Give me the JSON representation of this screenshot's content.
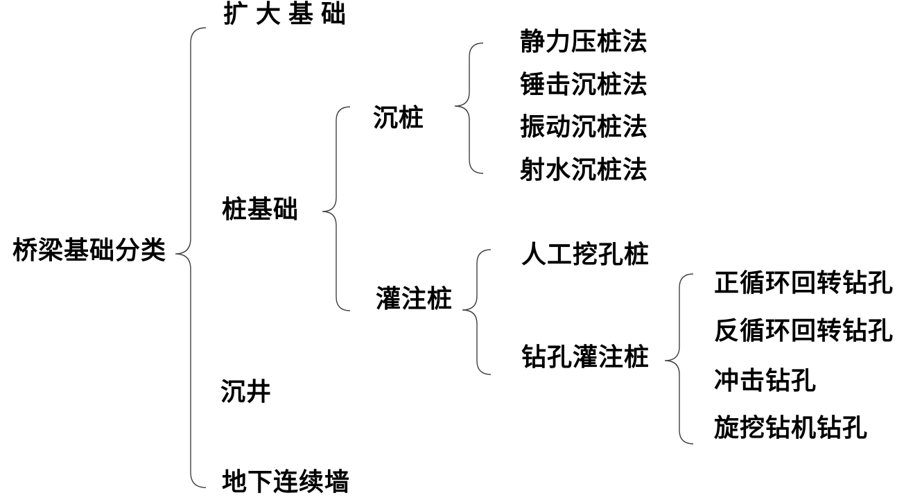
{
  "diagram": {
    "type": "bracket-tree",
    "colors": {
      "background": "#ffffff",
      "text": "#000000",
      "line": "#404040"
    },
    "tree": {
      "label": "桥梁基础分类",
      "children": [
        {
          "label": "扩大基础",
          "children": []
        },
        {
          "label": "桩基础",
          "children": [
            {
              "label": "沉桩",
              "children": [
                {
                  "label": "静力压桩法"
                },
                {
                  "label": "锤击沉桩法"
                },
                {
                  "label": "振动沉桩法"
                },
                {
                  "label": "射水沉桩法"
                }
              ]
            },
            {
              "label": "灌注桩",
              "children": [
                {
                  "label": "人工挖孔桩"
                },
                {
                  "label": "钻孔灌注桩",
                  "children": [
                    {
                      "label": "正循环回转钻孔"
                    },
                    {
                      "label": "反循环回转钻孔"
                    },
                    {
                      "label": "冲击钻孔"
                    },
                    {
                      "label": "旋挖钻机钻孔"
                    }
                  ]
                }
              ]
            }
          ]
        },
        {
          "label": "沉井",
          "children": []
        },
        {
          "label": "地下连续墙",
          "children": []
        }
      ]
    }
  }
}
